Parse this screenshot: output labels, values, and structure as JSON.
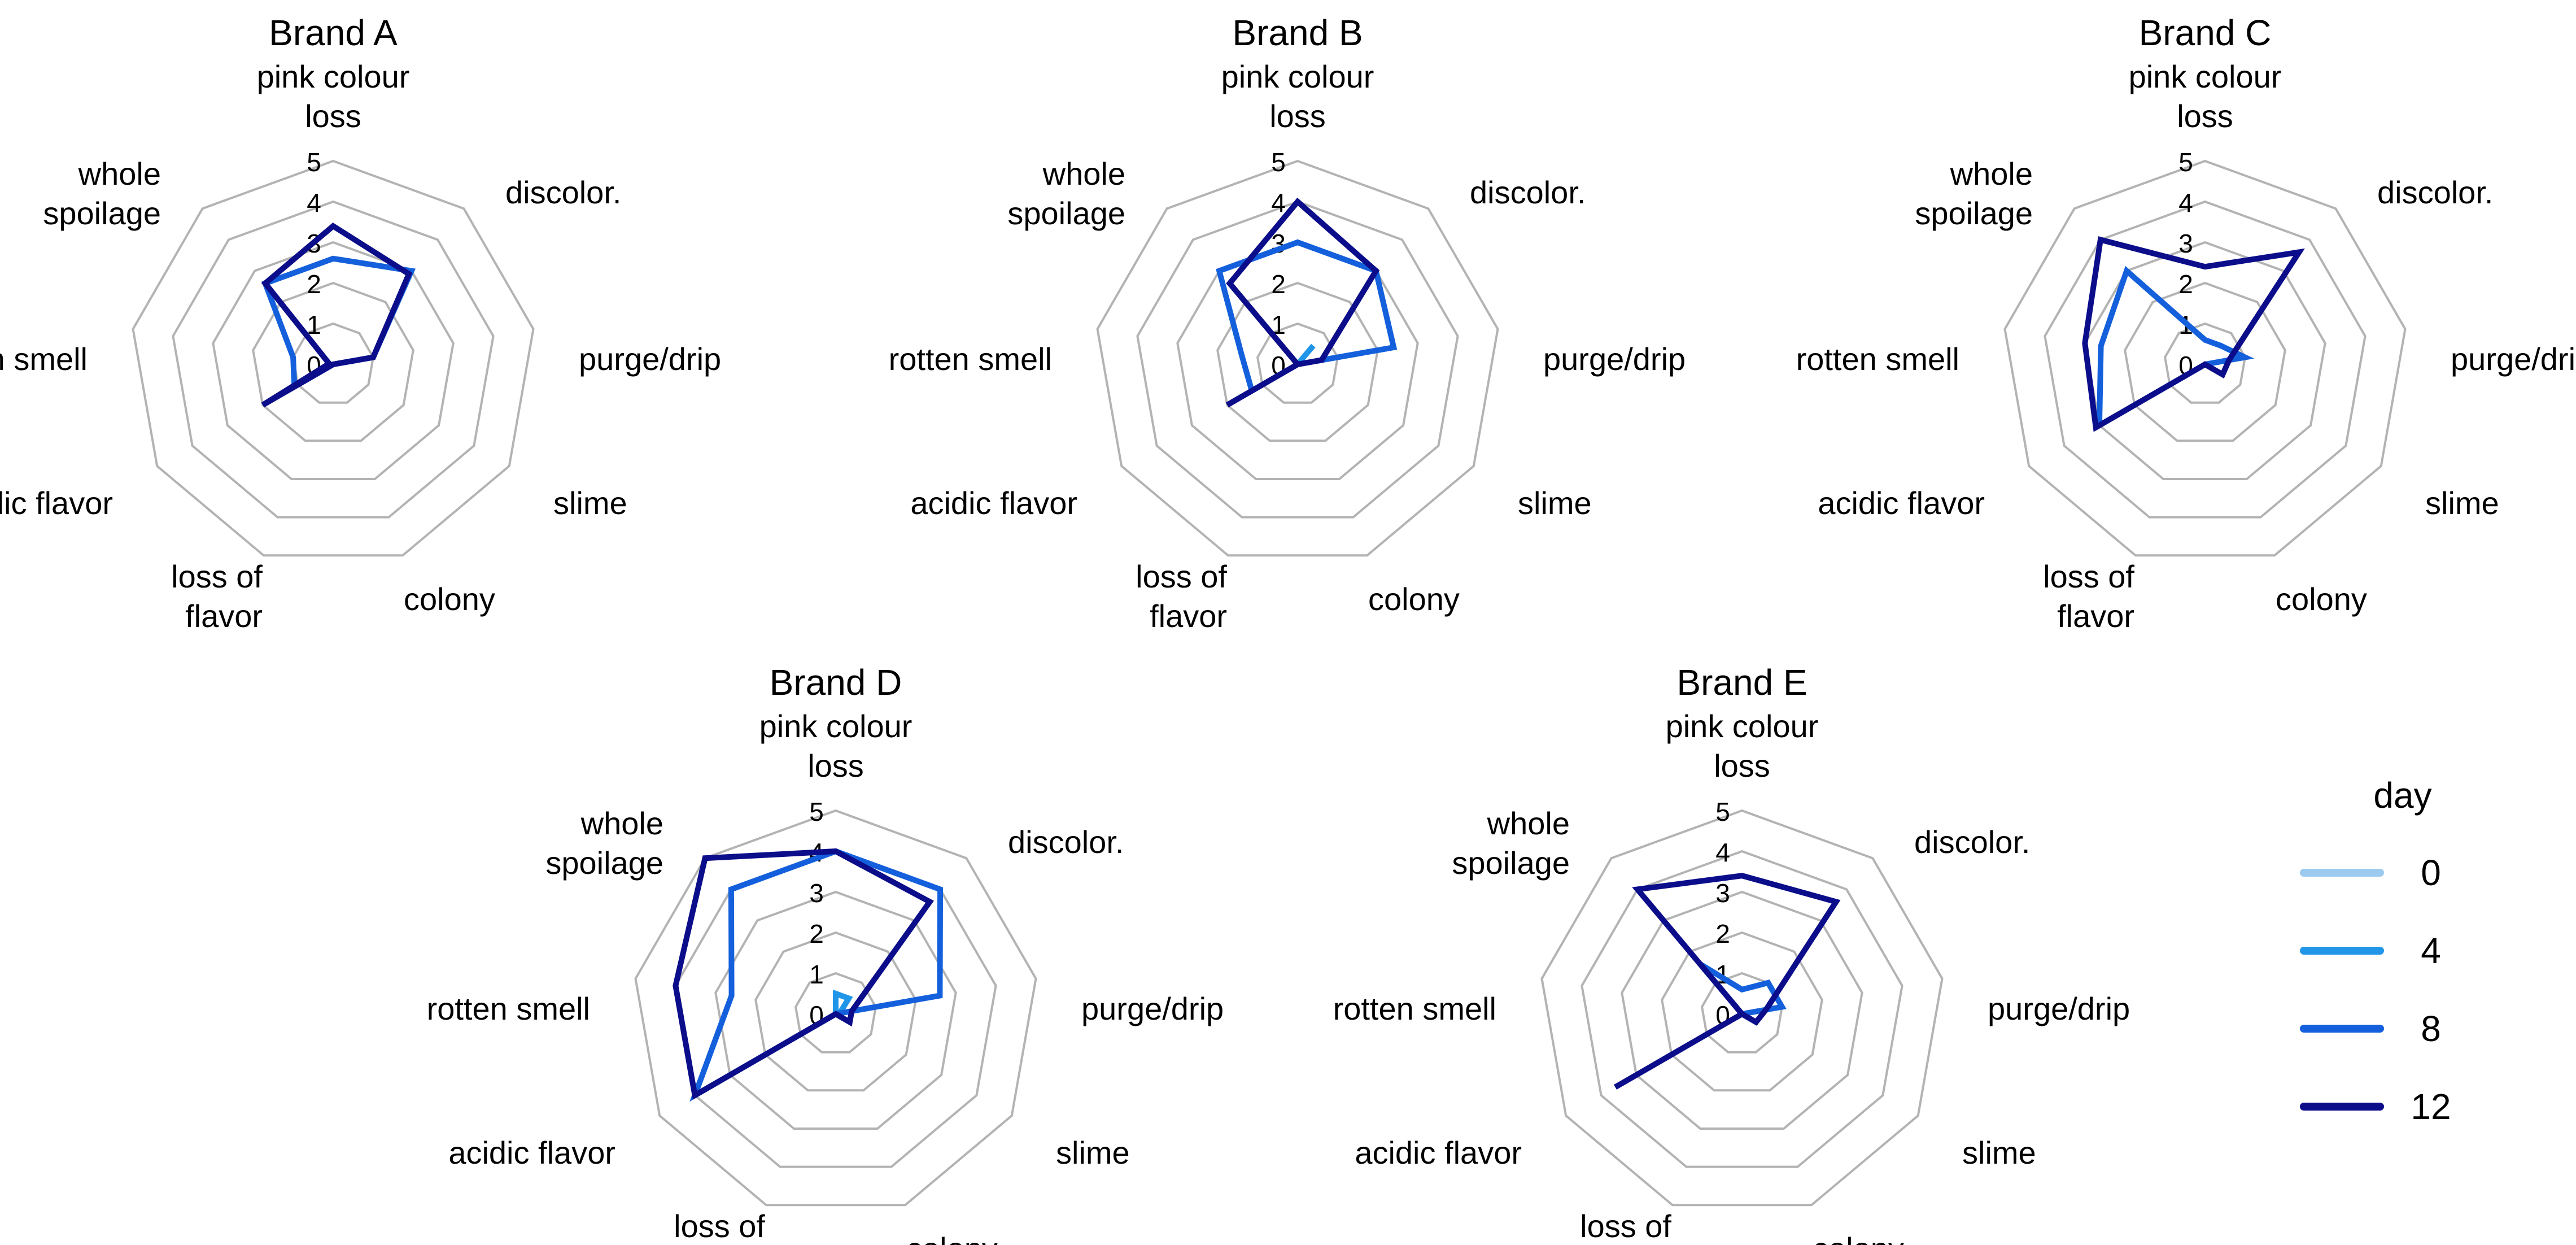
{
  "chart_data": {
    "type": "radar",
    "axes": [
      "pink colour loss",
      "discolor.",
      "purge/drip",
      "slime",
      "colony",
      "loss of flavor",
      "acidic flavor",
      "rotten smell",
      "whole spoilage"
    ],
    "rlim": [
      0,
      5
    ],
    "ticks": [
      "0",
      "1",
      "2",
      "3",
      "4",
      "5"
    ],
    "grid": true,
    "legend": {
      "title": "day",
      "placement": "right",
      "entries": [
        {
          "name": "0",
          "color": "#9ccbef"
        },
        {
          "name": "4",
          "color": "#2196e8"
        },
        {
          "name": "8",
          "color": "#1460dc"
        },
        {
          "name": "12",
          "color": "#0b0d8a"
        }
      ]
    },
    "charts": [
      {
        "title": "Brand A",
        "series": [
          {
            "name": "0",
            "values": [
              0,
              0,
              0,
              0,
              0,
              0,
              0,
              0,
              0
            ]
          },
          {
            "name": "4",
            "values": [
              0,
              0,
              0,
              0,
              0,
              0,
              0,
              0,
              0
            ]
          },
          {
            "name": "8",
            "values": [
              2.6,
              3.0,
              1.0,
              0,
              0,
              0,
              1.1,
              1.0,
              2.6
            ]
          },
          {
            "name": "12",
            "values": [
              3.4,
              2.9,
              1.0,
              0,
              0,
              0,
              2.0,
              0.1,
              2.6
            ]
          }
        ]
      },
      {
        "title": "Brand B",
        "series": [
          {
            "name": "0",
            "values": [
              0,
              0,
              0,
              0,
              0,
              0,
              0,
              0,
              0
            ]
          },
          {
            "name": "4",
            "values": [
              0,
              0.6,
              0,
              0,
              0,
              0,
              0,
              0,
              0
            ]
          },
          {
            "name": "8",
            "values": [
              3.0,
              3.0,
              2.4,
              0,
              0,
              0,
              1.3,
              1.4,
              3.0
            ]
          },
          {
            "name": "12",
            "values": [
              4.0,
              3.0,
              0.6,
              0,
              0,
              0,
              2.0,
              0,
              2.6
            ]
          }
        ]
      },
      {
        "title": "Brand C",
        "series": [
          {
            "name": "0",
            "values": [
              0,
              0,
              0,
              0,
              0,
              0,
              0,
              0,
              0
            ]
          },
          {
            "name": "4",
            "values": [
              0,
              0,
              0,
              0,
              0,
              0,
              0,
              0,
              0
            ]
          },
          {
            "name": "8",
            "values": [
              0.6,
              0.6,
              1.0,
              0,
              0,
              0,
              3.0,
              2.6,
              3.0
            ]
          },
          {
            "name": "12",
            "values": [
              2.4,
              3.6,
              0.6,
              0.5,
              0,
              0,
              3.1,
              3.0,
              4.0
            ]
          }
        ]
      },
      {
        "title": "Brand D",
        "series": [
          {
            "name": "0",
            "values": [
              0,
              0,
              0,
              0,
              0,
              0,
              0,
              0,
              0
            ]
          },
          {
            "name": "4",
            "values": [
              0.5,
              0.5,
              0.1,
              0,
              0,
              0,
              0,
              0,
              0
            ]
          },
          {
            "name": "8",
            "values": [
              4.0,
              4.0,
              2.6,
              0,
              0,
              0,
              4.0,
              2.6,
              4.0
            ]
          },
          {
            "name": "12",
            "values": [
              4.0,
              3.6,
              0.4,
              0.4,
              0,
              0,
              4.0,
              4.0,
              5.0
            ]
          }
        ]
      },
      {
        "title": "Brand E",
        "series": [
          {
            "name": "0",
            "values": [
              0,
              0,
              0,
              0,
              0,
              0,
              0,
              0,
              0
            ]
          },
          {
            "name": "4",
            "values": [
              0,
              0,
              0,
              0,
              0,
              0,
              0,
              0,
              0
            ]
          },
          {
            "name": "8",
            "values": [
              0.6,
              1.0,
              1.0,
              0,
              0,
              0,
              0,
              0,
              1.6
            ]
          },
          {
            "name": "12",
            "values": [
              3.4,
              3.6,
              0.6,
              0.4,
              0,
              0,
              3.6,
              0,
              4.0
            ]
          }
        ]
      }
    ]
  }
}
